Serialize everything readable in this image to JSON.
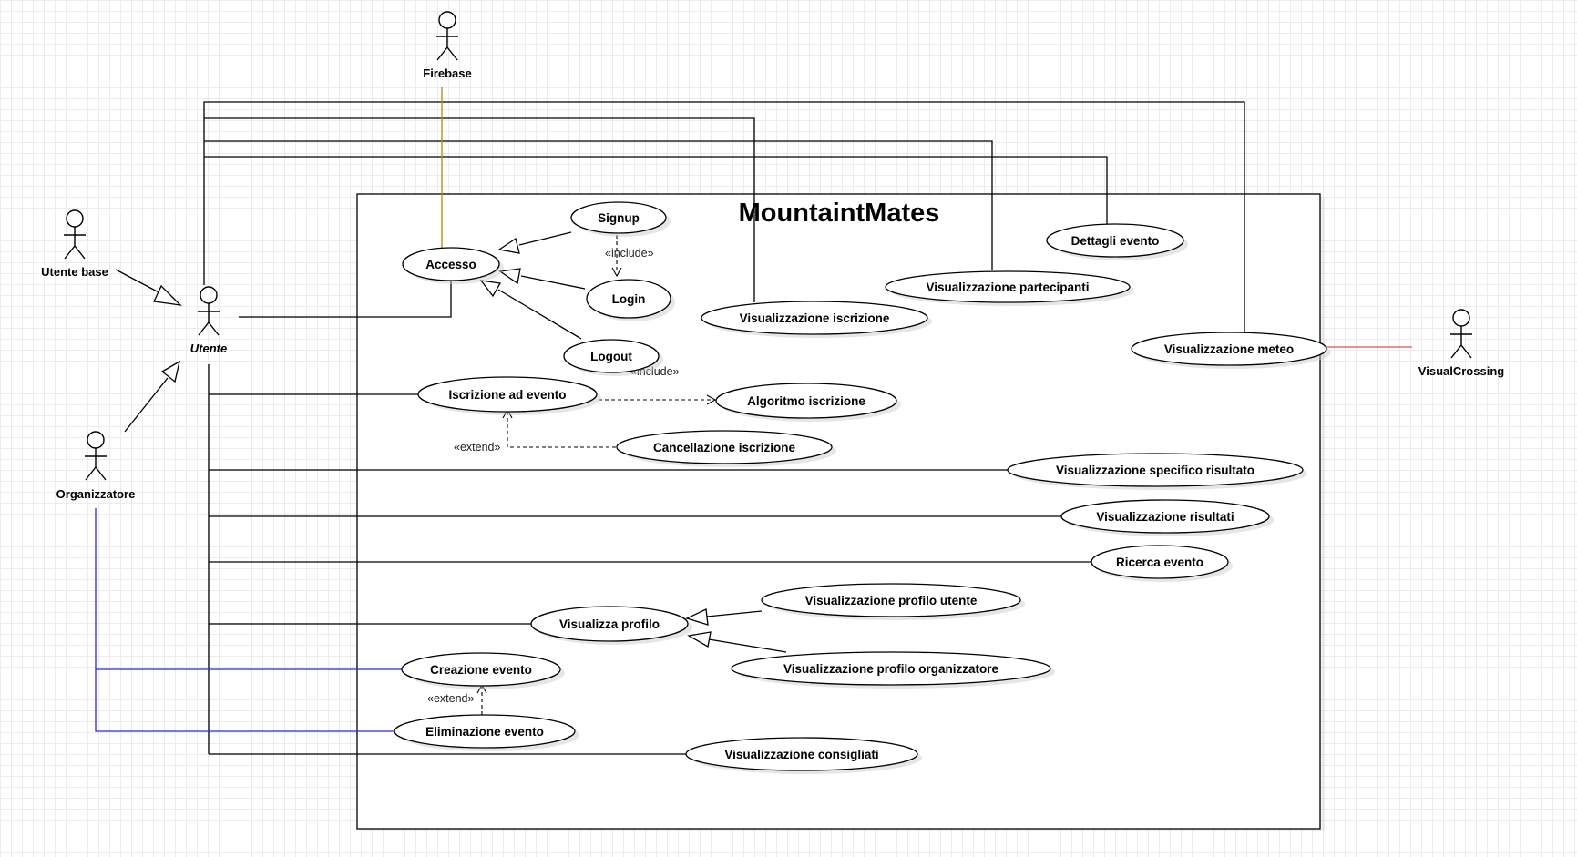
{
  "diagram": {
    "system_title": "MountaintMates",
    "colors": {
      "firebase_line": "#b8860b",
      "visualcrossing_line": "#e05050",
      "organizzatore_line": "#2a2ad8"
    }
  },
  "actors": {
    "firebase": "Firebase",
    "utente_base": "Utente base",
    "utente": "Utente",
    "organizzatore": "Organizzatore",
    "visualcrossing": "VisualCrossing"
  },
  "use_cases": {
    "signup": "Signup",
    "accesso": "Accesso",
    "login": "Login",
    "logout": "Logout",
    "dettagli_evento": "Dettagli evento",
    "visualizzazione_partecipanti": "Visualizzazione partecipanti",
    "visualizzazione_iscrizione": "Visualizzazione iscrizione",
    "visualizzazione_meteo": "Visualizzazione meteo",
    "iscrizione_ad_evento": "Iscrizione ad evento",
    "algoritmo_iscrizione": "Algoritmo iscrizione",
    "cancellazione_iscrizione": "Cancellazione iscrizione",
    "visualizzazione_specifico_risultato": "Visualizzazione specifico risultato",
    "visualizzazione_risultati": "Visualizzazione risultati",
    "ricerca_evento": "Ricerca evento",
    "visualizzazione_profilo_utente": "Visualizzazione profilo utente",
    "visualizza_profilo": "Visualizza profilo",
    "visualizzazione_profilo_organizzatore": "Visualizzazione profilo organizzatore",
    "creazione_evento": "Creazione evento",
    "eliminazione_evento": "Eliminazione evento",
    "visualizzazione_consigliati": "Visualizzazione consigliati"
  },
  "stereotypes": {
    "include_signup_login": "«include»",
    "include_logout": "«include»",
    "extend_cancellazione": "«extend»",
    "extend_eliminazione": "«extend»"
  }
}
